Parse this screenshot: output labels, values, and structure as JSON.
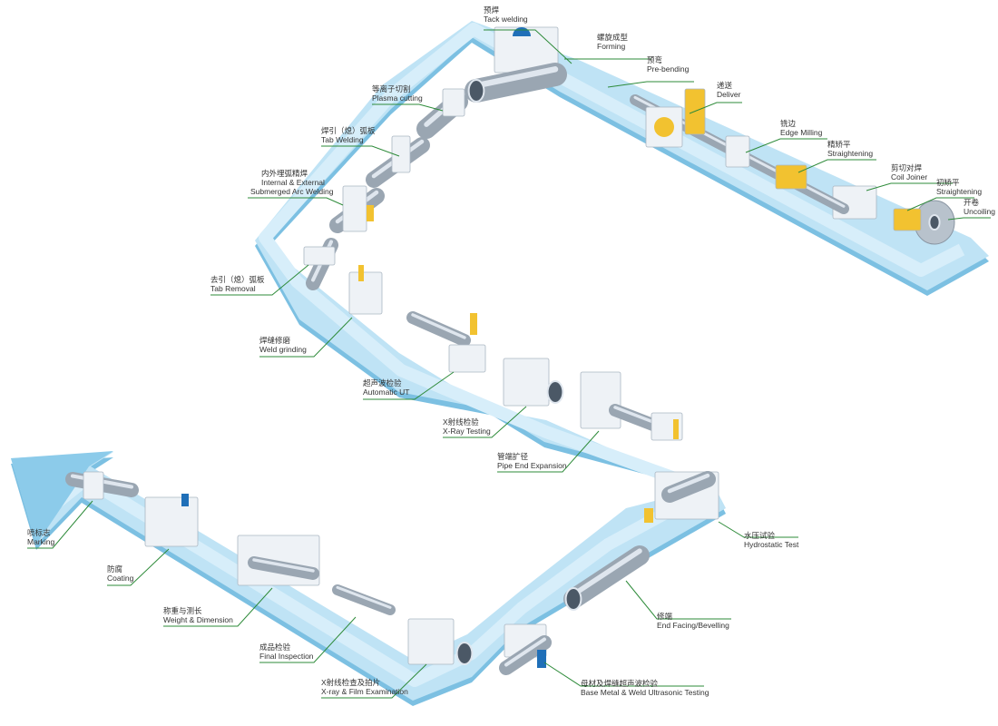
{
  "colors": {
    "belt_top": "#bfe3f5",
    "belt_edge": "#7cc0e2",
    "arrow_head": "#8ccbea",
    "label_line": "#2e8b3a",
    "label_text": "#333333",
    "machine_white": "#eef2f6",
    "machine_grey": "#c9d2dc",
    "accent_yellow": "#f2c230",
    "accent_blue": "#1f6fb8",
    "pipe_steel": "#9aa6b2"
  },
  "stations": [
    {
      "zh": "预焊",
      "en": "Tack welding"
    },
    {
      "zh": "螺旋成型",
      "en": "Forming"
    },
    {
      "zh": "预弯",
      "en": "Pre-bending"
    },
    {
      "zh": "递送",
      "en": "Deliver"
    },
    {
      "zh": "铣边",
      "en": "Edge Milling"
    },
    {
      "zh": "精矫平",
      "en": "Straightening"
    },
    {
      "zh": "剪切对焊",
      "en": "Coil Joiner"
    },
    {
      "zh": "初矫平",
      "en": "Straightening"
    },
    {
      "zh": "开卷",
      "en": "Uncoiling"
    },
    {
      "zh": "等离子切割",
      "en": "Plasma cutting"
    },
    {
      "zh": "焊引（熄）弧板",
      "en": "Tab  Welding"
    },
    {
      "zh": "内外埋弧精焊",
      "en": "Internal & External",
      "en2": "Submerged Arc Welding"
    },
    {
      "zh": "去引（熄）弧板",
      "en": "Tab Removal"
    },
    {
      "zh": "焊缝修磨",
      "en": "Weld grinding"
    },
    {
      "zh": "超声波检验",
      "en": "Automatic UT"
    },
    {
      "zh": "X射线检验",
      "en": "X-Ray Testing"
    },
    {
      "zh": "管端扩径",
      "en": "Pipe End Expansion"
    },
    {
      "zh": "水压试验",
      "en": "Hydrostatic Test"
    },
    {
      "zh": "修端",
      "en": "End Facing/Bevelling"
    },
    {
      "zh": "母材及焊缝超声波检验",
      "en": "Base Metal & Weld Ultrasonic Testing"
    },
    {
      "zh": "X射线检查及拍片",
      "en": "X-ray & Film Examination"
    },
    {
      "zh": "成品检验",
      "en": "Final Inspection"
    },
    {
      "zh": "称重与测长",
      "en": "Weight & Dimension"
    },
    {
      "zh": "防腐",
      "en": "Coating"
    },
    {
      "zh": "喷标志",
      "en": "Marking"
    }
  ]
}
